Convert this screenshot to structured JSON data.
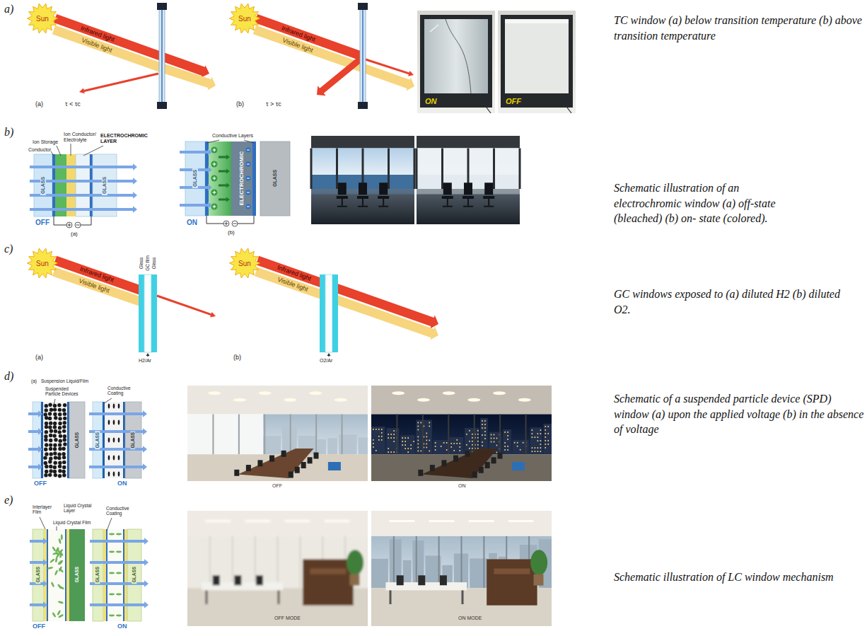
{
  "diagram": {
    "nodes": [
      {
        "text": [
          "Sun"
        ]
      },
      {
        "text": [
          "Sun"
        ]
      },
      {
        "text": [
          "Sun"
        ]
      },
      {
        "text": [
          "Sun"
        ]
      }
    ],
    "labels": [
      "a)",
      "Infrared light",
      "Visible light",
      "τ < τc",
      "(a)",
      "Infrared light",
      "Visible light",
      "τ > τc",
      "(b)",
      "ON",
      "OFF",
      "TC window (a) below transition temperature (b) above transition temperature",
      "b)",
      "Conductor",
      "Ion Storage",
      "Ion Conductor/ Electrolyte",
      "ELECTROCHROMIC LAYER",
      "GLASS",
      "GLASS",
      "OFF",
      "(a)",
      "Conductive Layers",
      "GLASS",
      "ELECTROCHROMIC",
      "GLASS",
      "ON",
      "(b)",
      "Schematic illustration of an electrochromic window (a) off-state (bleached) (b) on- state (colored).",
      "c)",
      "Glass",
      "GC film",
      "Glass",
      "Infrared light",
      "Visible light",
      "H2/Ar",
      "(a)",
      "Infrared light",
      "Visible light",
      "O2/Ar",
      "(b)",
      "GC windows exposed to (a) diluted H2 (b) diluted O2.",
      "d)",
      "(a)",
      "Suspension Liquid/Film",
      "Suspended Particle Devices",
      "GLASS",
      "OFF",
      "Conductive Coating",
      "GLASS",
      "GLASS",
      "ON",
      "OFF",
      "ON",
      "Schematic of a suspended particle device (SPD) window (a) upon the applied voltage (b) in the absence of voltage",
      "e)",
      "Interlayer Film",
      "Liquid Crystal Layer",
      "Liquid Crystal Film",
      "GLASS",
      "GLASS",
      "OFF",
      "Conductive Coating",
      "GLASS",
      "GLASS",
      "ON",
      "OFF MODE",
      "ON MODE",
      "Schematic illustration of LC window mechanism"
    ]
  }
}
